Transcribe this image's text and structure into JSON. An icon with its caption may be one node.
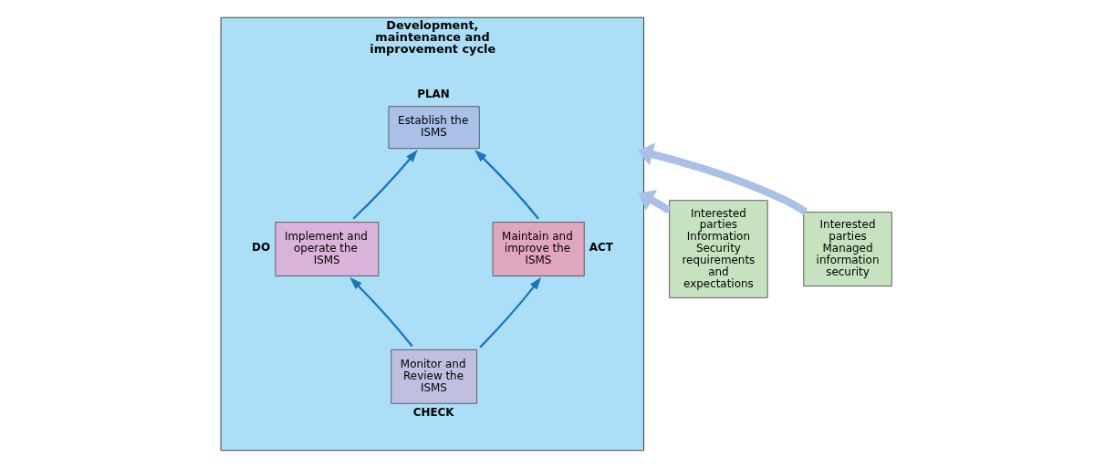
{
  "diagram": {
    "nodes": [
      {
        "text": [
          "Development, maintenance and improvement cycle"
        ]
      },
      {
        "text": [
          "Establish the ISMS"
        ],
        "in": 0,
        "beside": [
          "PLAN"
        ]
      },
      {
        "text": [
          "Implement and operate the ISMS"
        ],
        "in": 0,
        "beside": [
          "DO"
        ]
      },
      {
        "text": [
          "Maintain and improve the ISMS"
        ],
        "in": 0,
        "beside": [
          "ACT"
        ]
      },
      {
        "text": [
          "Monitor and Review the ISMS"
        ],
        "in": 0,
        "beside": [
          "CHECK"
        ]
      },
      {
        "text": [
          "Interested parties",
          "Information Security requirements and expectations"
        ]
      },
      {
        "text": [
          "Interested parties",
          "Managed information security"
        ]
      }
    ],
    "edges": [
      {
        "from": 2,
        "to": 1,
        "arrow": "to"
      },
      {
        "from": 3,
        "to": 1,
        "arrow": "to"
      },
      {
        "from": 4,
        "to": 2,
        "arrow": "to"
      },
      {
        "from": 4,
        "to": 3,
        "arrow": "to"
      },
      {
        "from": 5,
        "to": 0,
        "arrow": "to",
        "style": "thick",
        "color": "#a9c1e6"
      },
      {
        "from": 6,
        "to": 0,
        "arrow": "to",
        "style": "thick",
        "color": "#a9c1e6"
      }
    ]
  }
}
